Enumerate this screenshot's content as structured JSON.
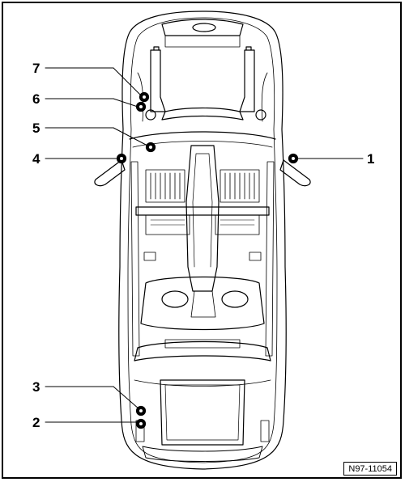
{
  "diagram": {
    "callouts": [
      {
        "id": "1",
        "label": "1"
      },
      {
        "id": "2",
        "label": "2"
      },
      {
        "id": "3",
        "label": "3"
      },
      {
        "id": "4",
        "label": "4"
      },
      {
        "id": "5",
        "label": "5"
      },
      {
        "id": "6",
        "label": "6"
      },
      {
        "id": "7",
        "label": "7"
      }
    ],
    "reference_code": "N97-11054"
  }
}
